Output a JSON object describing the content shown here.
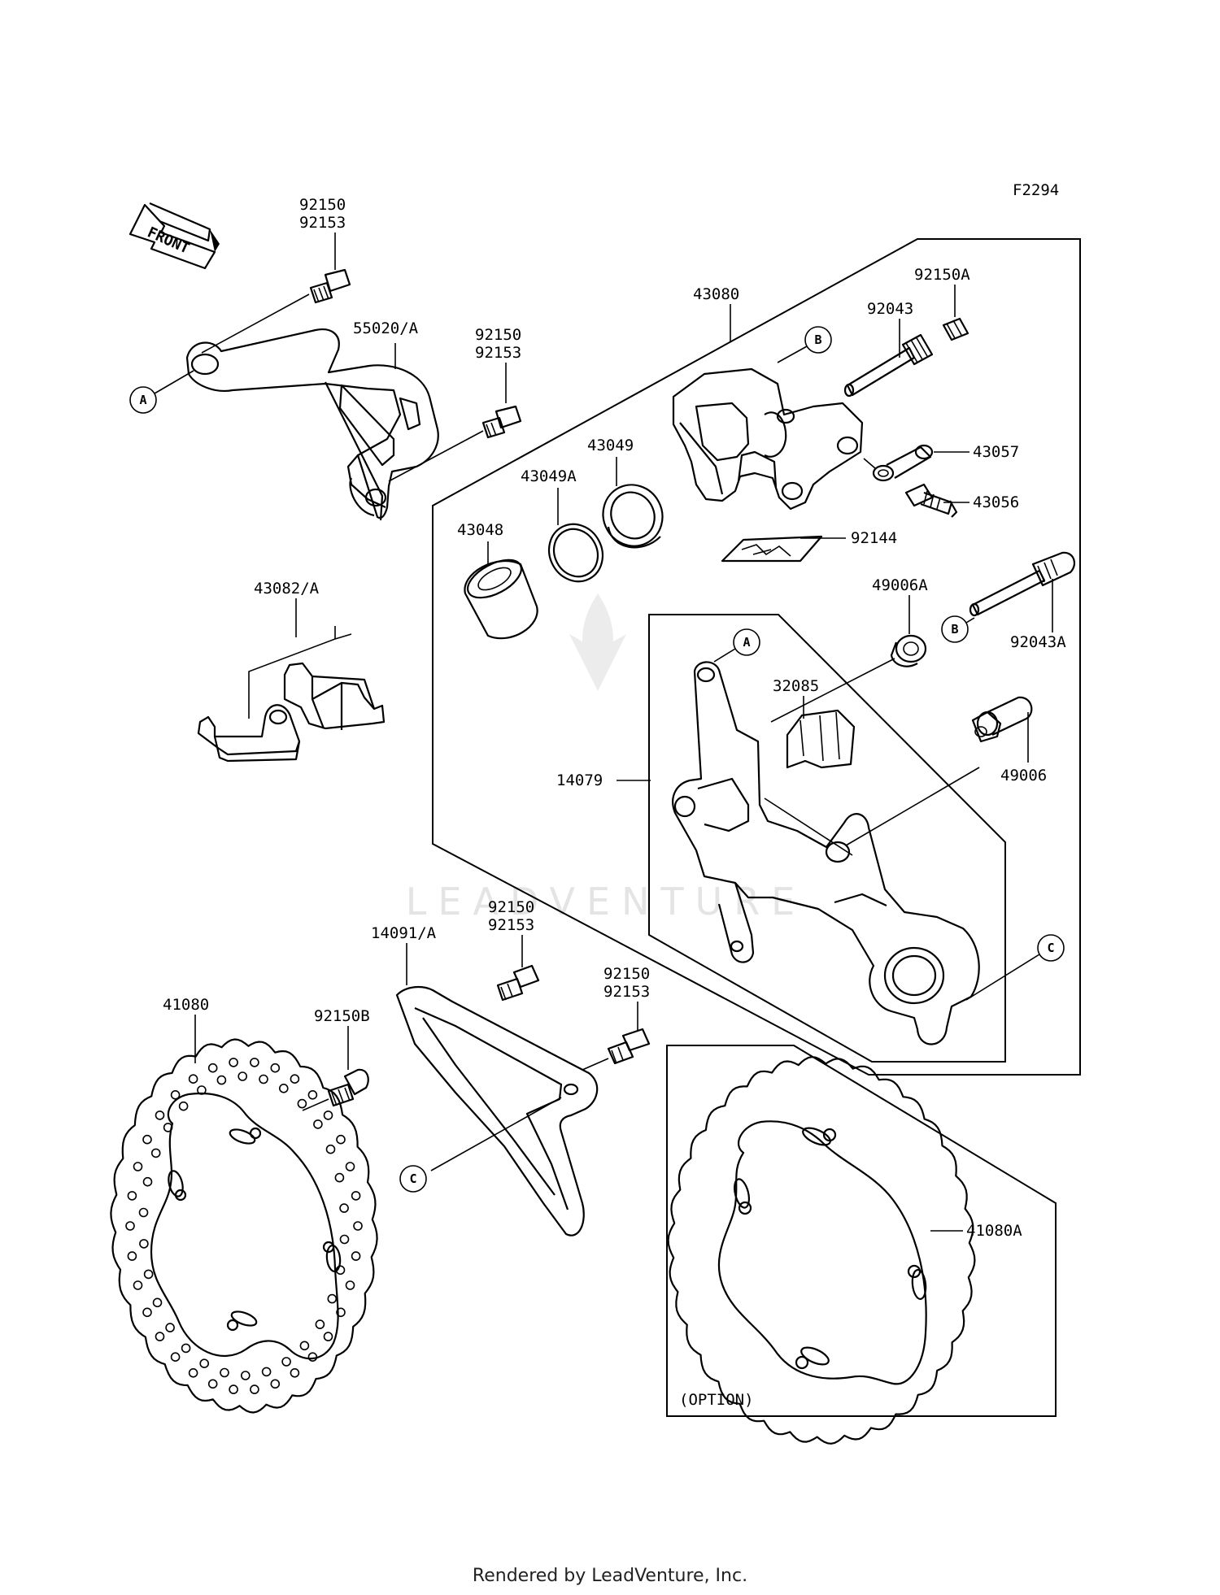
{
  "figure_code": "F2294",
  "front_label": "FRONT",
  "watermark": "LEADVENTURE",
  "footer": "Rendered by LeadVenture, Inc.",
  "option_label": "(OPTION)",
  "callouts": {
    "a": "A",
    "b": "B",
    "c": "C"
  },
  "labels": {
    "p92150_1": "92150",
    "p92153_1": "92153",
    "p55020": "55020/A",
    "p92150_2": "92150",
    "p92153_2": "92153",
    "p43080": "43080",
    "p92150A": "92150A",
    "p92043": "92043",
    "p43057": "43057",
    "p43056": "43056",
    "p43049": "43049",
    "p43049A": "43049A",
    "p43048": "43048",
    "p92144": "92144",
    "p43082": "43082/A",
    "p49006A": "49006A",
    "p92043A": "92043A",
    "p32085": "32085",
    "p14079": "14079",
    "p49006": "49006",
    "p92150_3": "92150",
    "p92153_3": "92153",
    "p14091": "14091/A",
    "p92150_4": "92150",
    "p92153_4": "92153",
    "p41080": "41080",
    "p92150B": "92150B",
    "p41080A": "41080A"
  }
}
